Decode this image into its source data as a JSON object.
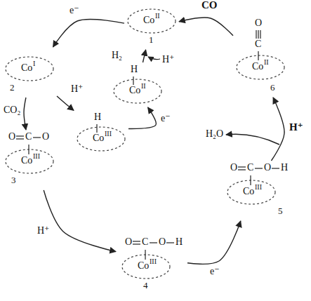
{
  "diagram": {
    "nodes": [
      {
        "text": [
          "Co",
          "II",
          "1"
        ]
      },
      {
        "text": [
          "Co",
          "I",
          "2"
        ]
      },
      {
        "text": [
          "O",
          "C",
          "O",
          "Co",
          "III",
          "3"
        ]
      },
      {
        "text": [
          "O",
          "C",
          "O",
          "H",
          "Co",
          "III",
          "4"
        ]
      },
      {
        "text": [
          "O",
          "C",
          "O",
          "H",
          "Co",
          "III",
          "5"
        ]
      },
      {
        "text": [
          "O",
          "C",
          "Co",
          "II",
          "6"
        ]
      },
      {
        "text": [
          "H",
          "Co",
          "III"
        ]
      },
      {
        "text": [
          "H",
          "Co",
          "II"
        ]
      }
    ],
    "edges": [
      {
        "from": 0,
        "to": 1,
        "arrow": "to",
        "label": "e⁻"
      },
      {
        "from": 1,
        "to": 2,
        "arrow": "to",
        "label": "CO₂"
      },
      {
        "from": 2,
        "to": 3,
        "arrow": "to",
        "label": "H⁺"
      },
      {
        "from": 3,
        "to": 4,
        "arrow": "to",
        "label": "e⁻"
      },
      {
        "from": 4,
        "to": 5,
        "arrow": "to",
        "label": "H⁺"
      },
      {
        "from": 5,
        "to": 0,
        "arrow": "to",
        "label": "CO"
      },
      {
        "from": 1,
        "to": 6,
        "arrow": "to",
        "label": "H⁺"
      },
      {
        "from": 6,
        "to": 7,
        "arrow": "to",
        "label": "e⁻"
      },
      {
        "from": 7,
        "to": 0,
        "arrow": "to",
        "label": "H₂"
      }
    ],
    "labels": [
      "H₂O",
      "H⁺"
    ]
  }
}
